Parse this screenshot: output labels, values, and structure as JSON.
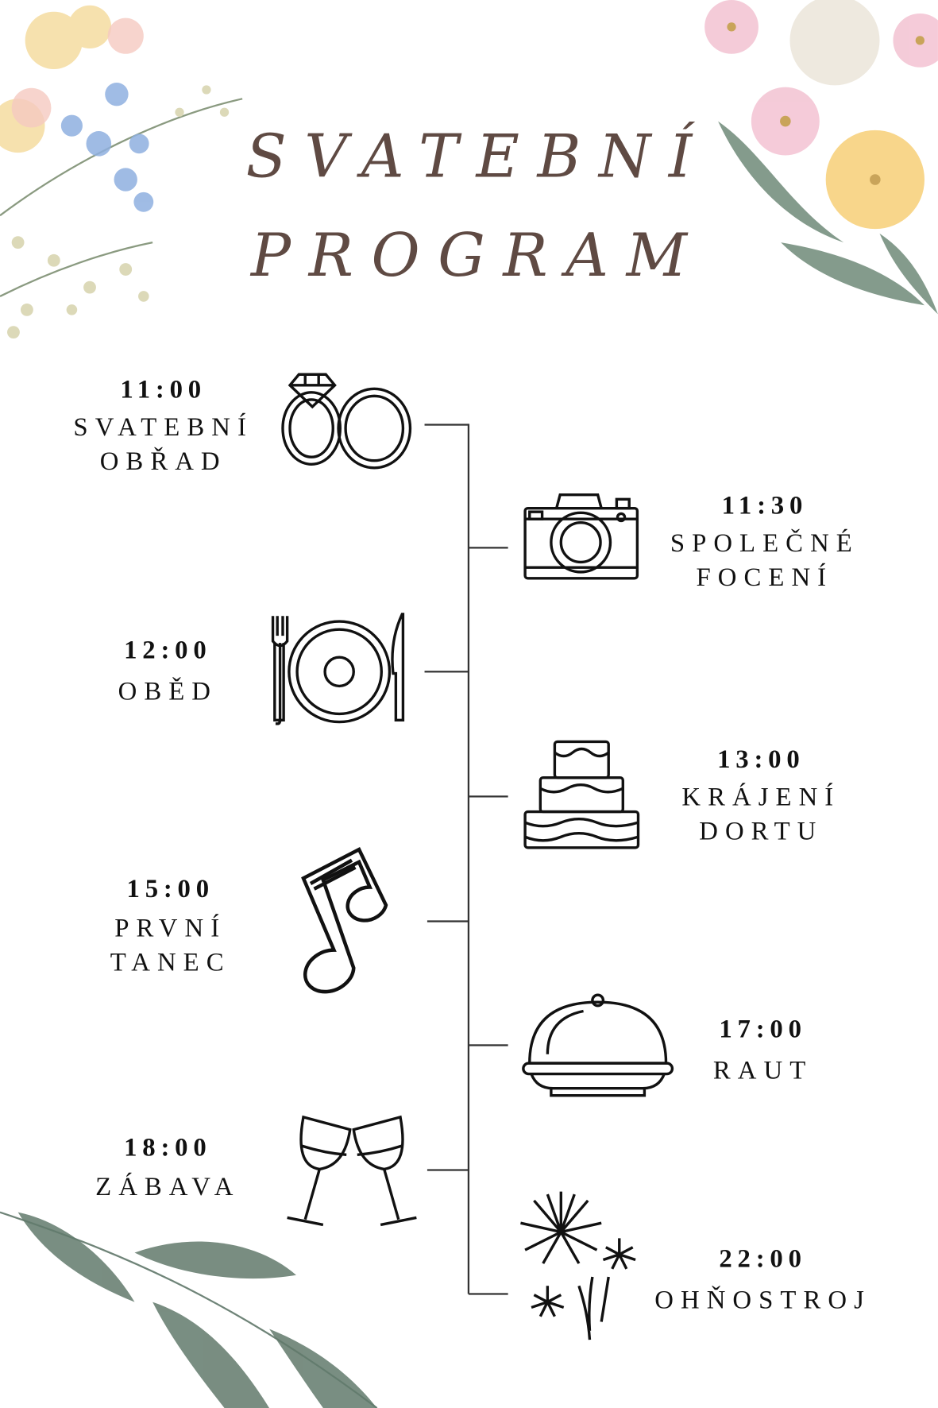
{
  "title": {
    "line1": "SVATEBNÍ",
    "line2": "PROGRAM",
    "color": "#5f4a43"
  },
  "events": [
    {
      "time": "11:00",
      "label1": "SVATEBNÍ",
      "label2": "OBŘAD",
      "icon": "rings-icon",
      "side": "left"
    },
    {
      "time": "11:30",
      "label1": "SPOLEČNÉ",
      "label2": "FOCENÍ",
      "icon": "camera-icon",
      "side": "right"
    },
    {
      "time": "12:00",
      "label1": "OBĚD",
      "icon": "plate-cutlery-icon",
      "side": "left"
    },
    {
      "time": "13:00",
      "label1": "KRÁJENÍ",
      "label2": "DORTU",
      "icon": "cake-icon",
      "side": "right"
    },
    {
      "time": "15:00",
      "label1": "PRVNÍ",
      "label2": "TANEC",
      "icon": "music-note-icon",
      "side": "left"
    },
    {
      "time": "17:00",
      "label1": "RAUT",
      "icon": "cloche-icon",
      "side": "right"
    },
    {
      "time": "18:00",
      "label1": "ZÁBAVA",
      "icon": "wine-glasses-icon",
      "side": "left"
    },
    {
      "time": "22:00",
      "label1": "OHŇOSTROJ",
      "icon": "fireworks-icon",
      "side": "right"
    }
  ]
}
